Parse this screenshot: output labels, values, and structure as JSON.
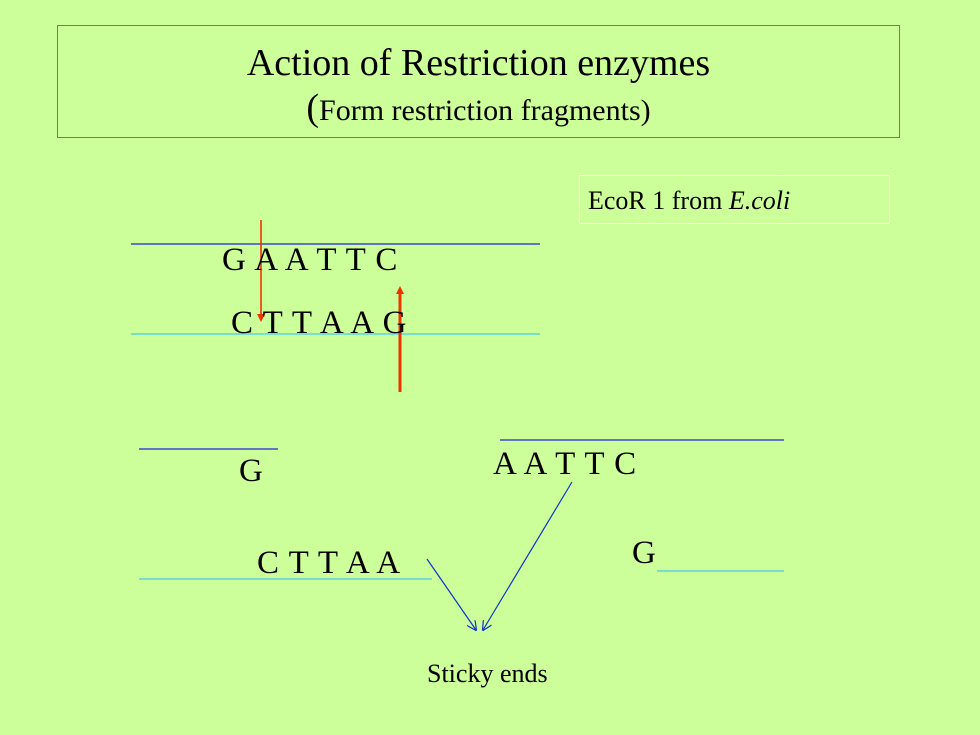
{
  "title": {
    "line1": "Action of Restriction enzymes",
    "line2_open": "(",
    "line2_text": "Form restriction fragments)"
  },
  "enzyme_label": {
    "prefix": "EcoR 1 from ",
    "organism": "E.coli"
  },
  "recognition_site": {
    "top_strand": "G A A T T C",
    "bottom_strand": "C T T A A G"
  },
  "fragments": {
    "left_top": "G",
    "left_bottom": "C T T A A",
    "right_top": "A A T T C",
    "right_bottom": "G"
  },
  "caption": "Sticky ends",
  "colors": {
    "background": "#ccff99",
    "top_strand_line": "#2222dd",
    "bottom_strand_line": "#44ccee",
    "cut_arrow": "#ee3300",
    "pointer_arrow": "#1133cc",
    "title_border": "#e8501f"
  }
}
